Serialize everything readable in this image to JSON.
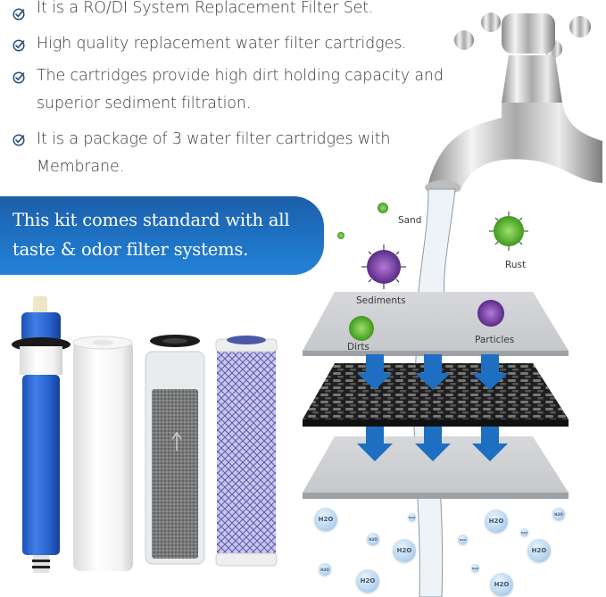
{
  "features": {
    "items": [
      {
        "icon": "check-circle-icon",
        "text": "It is a RO/DI System Replacement Filter Set."
      },
      {
        "icon": "check-circle-icon",
        "text": "High quality replacement water filter cartridges."
      },
      {
        "icon": "check-circle-icon",
        "text": "The cartridges provide high dirt holding capacity and superior sediment filtration."
      },
      {
        "icon": "check-circle-icon",
        "text": "It is a package of 3 water filter cartridges with Membrane."
      }
    ],
    "icon_color": "#2a4f7a"
  },
  "banner": {
    "text": "This kit comes standard with all taste & odor filter systems.",
    "color": "#1f72c4"
  },
  "illustration": {
    "contaminant_labels": {
      "sand": "Sand",
      "rust": "Rust",
      "sediments": "Sediments",
      "dirts": "Dirts",
      "particles": "Particles"
    },
    "water_label": "H2O",
    "layers": [
      "sediment filter sheet",
      "activated carbon layer",
      "fine filter sheet"
    ],
    "arrow_color": "#1e6fc1"
  },
  "products": {
    "cartridges": [
      "RO membrane",
      "sediment filter cartridge",
      "granular activated carbon cartridge",
      "carbon block cartridge"
    ]
  }
}
